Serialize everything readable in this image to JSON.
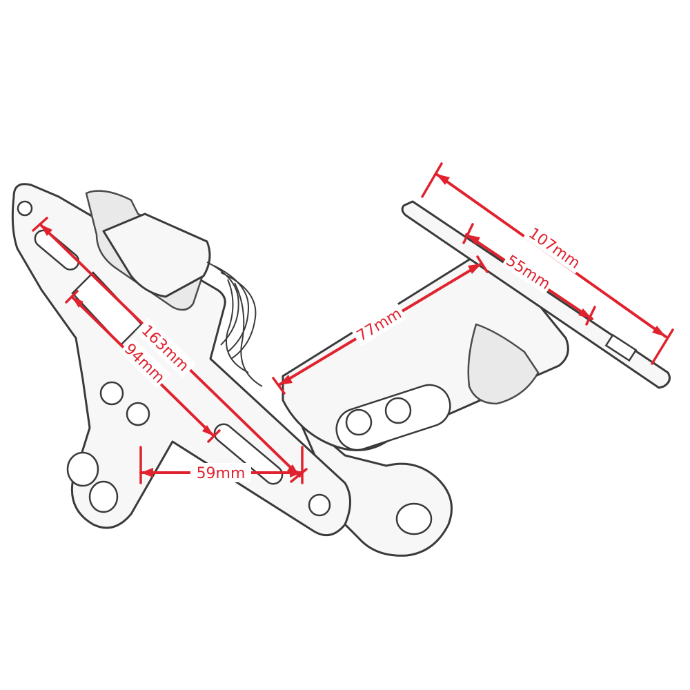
{
  "dimensions": {
    "plate_width": "107mm",
    "plate_inner": "55mm",
    "arm_length": "77mm",
    "bracket_length": "163mm",
    "bracket_inner": "94mm",
    "bracket_width": "59mm"
  },
  "colors": {
    "dimension": "#e0222e",
    "outline": "#3a3a3a",
    "fill": "#f7f7f7"
  }
}
